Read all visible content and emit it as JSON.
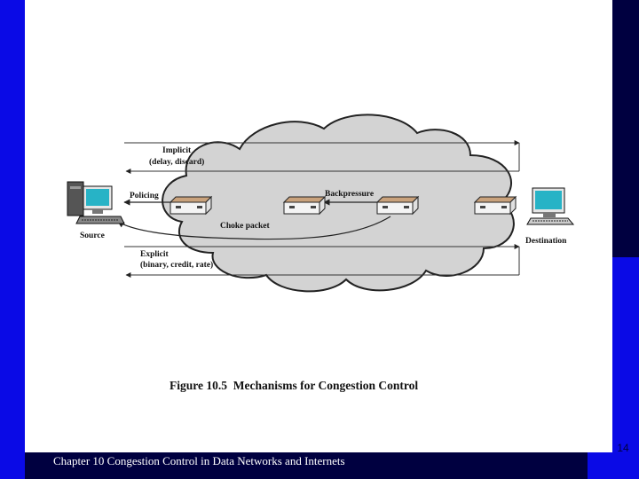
{
  "diagram": {
    "labels": {
      "implicit": "Implicit",
      "implicit_detail": "(delay, discard)",
      "policing": "Policing",
      "backpressure": "Backpressure",
      "choke_packet": "Choke packet",
      "explicit": "Explicit",
      "explicit_detail": "(binary, credit, rate)",
      "source": "Source",
      "destination": "Destination"
    },
    "caption": "Figure 10.5  Mechanisms for Congestion Control"
  },
  "footer": {
    "title": "Chapter 10 Congestion Control in Data Networks and Internets",
    "slide_number": "14"
  },
  "colors": {
    "background_blue": "#0a0ae6",
    "dark_navy": "#000040",
    "cloud_gray": "#d3d3d3",
    "router_tan": "#c9a27c",
    "monitor_screen": "#27b3c6"
  }
}
